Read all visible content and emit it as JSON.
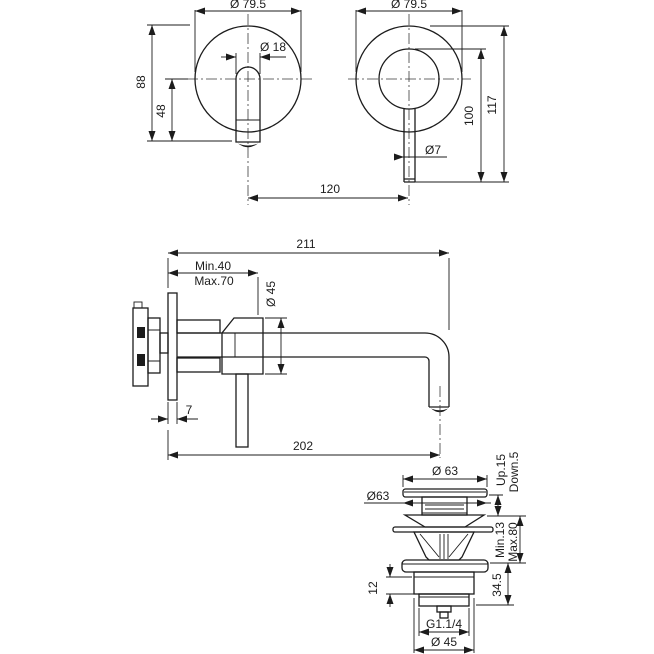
{
  "drawing_title": "wall-mounted basin mixer dimensional drawing",
  "views": {
    "spout_front": {
      "dims": {
        "escutcheon_diameter": "Ø 79.5",
        "spout_diameter": "Ø 18",
        "top_to_outlet": "88",
        "center_to_outlet": "48"
      }
    },
    "mixer_front": {
      "dims": {
        "escutcheon_diameter": "Ø 79.5",
        "lever_diameter": "Ø7",
        "inner_top_to_lever_end": "100",
        "top_to_lever_end": "117"
      }
    },
    "layout": {
      "dims": {
        "centre_distance": "120"
      }
    },
    "mixer_side": {
      "dims": {
        "total_depth": "211",
        "wall_depth_min": "Min.40",
        "wall_depth_max": "Max.70",
        "body_diameter": "Ø 45",
        "plate_thickness": "7",
        "spout_reach": "202"
      }
    },
    "waste_side": {
      "dims": {
        "cap_diameter": "Ø 63",
        "flange_diameter": "Ø63",
        "travel_up": "Up.15",
        "travel_down": "Down.5",
        "deck_min": "Min.13",
        "deck_max": "Max.80",
        "body_height": "34.5",
        "nut_height": "12",
        "thread": "G1.1/4",
        "tail_diameter": "Ø 45"
      }
    }
  }
}
